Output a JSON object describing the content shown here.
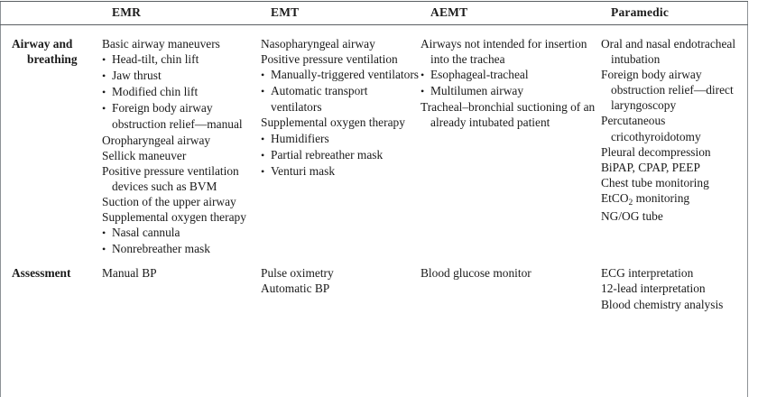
{
  "table": {
    "columns": [
      {
        "key": "label",
        "header": ""
      },
      {
        "key": "emr",
        "header": "EMR"
      },
      {
        "key": "emt",
        "header": "EMT"
      },
      {
        "key": "aemt",
        "header": "AEMT"
      },
      {
        "key": "paramedic",
        "header": "Paramedic"
      }
    ],
    "bullet_glyph": "•",
    "rows": [
      {
        "label_line1": "Airway and",
        "label_line2": "breathing",
        "emr": [
          {
            "kind": "plain",
            "text": "Basic airway maneuvers"
          },
          {
            "kind": "bullet",
            "text": "Head-tilt, chin lift"
          },
          {
            "kind": "bullet",
            "text": "Jaw thrust"
          },
          {
            "kind": "bullet",
            "text": "Modified chin lift"
          },
          {
            "kind": "bullet",
            "text": "Foreign body airway obstruction relief—manual"
          },
          {
            "kind": "plain",
            "text": "Oropharyngeal airway"
          },
          {
            "kind": "plain",
            "text": "Sellick maneuver"
          },
          {
            "kind": "plain",
            "text": "Positive pressure ventilation devices such as BVM"
          },
          {
            "kind": "plain",
            "text": "Suction of the upper airway"
          },
          {
            "kind": "plain",
            "text": "Supplemental oxygen therapy"
          },
          {
            "kind": "bullet",
            "text": "Nasal cannula"
          },
          {
            "kind": "bullet",
            "text": "Nonrebreather mask"
          }
        ],
        "emt": [
          {
            "kind": "plain",
            "text": "Nasopharyngeal airway"
          },
          {
            "kind": "plain",
            "text": "Positive pressure ventilation"
          },
          {
            "kind": "bullet",
            "text": "Manually-triggered ventilators"
          },
          {
            "kind": "bullet",
            "text": "Automatic transport ventilators"
          },
          {
            "kind": "plain",
            "text": "Supplemental oxygen therapy"
          },
          {
            "kind": "bullet",
            "text": "Humidifiers"
          },
          {
            "kind": "bullet",
            "text": "Partial rebreather mask"
          },
          {
            "kind": "bullet",
            "text": "Venturi mask"
          }
        ],
        "aemt": [
          {
            "kind": "plain",
            "text": "Airways not intended for insertion into the trachea"
          },
          {
            "kind": "bullet",
            "text": "Esophageal-tracheal"
          },
          {
            "kind": "bullet",
            "text": "Multilumen airway"
          },
          {
            "kind": "plain",
            "text": "Tracheal–bronchial suctioning of an already intubated patient"
          }
        ],
        "paramedic": [
          {
            "kind": "plain",
            "text": "Oral and nasal endotracheal intubation"
          },
          {
            "kind": "plain",
            "text": "Foreign body airway obstruction relief—direct laryngoscopy"
          },
          {
            "kind": "plain",
            "text": "Percutaneous cricothyroidotomy"
          },
          {
            "kind": "plain",
            "text": "Pleural decompression"
          },
          {
            "kind": "plain",
            "text": "BiPAP, CPAP, PEEP"
          },
          {
            "kind": "plain",
            "text": "Chest tube monitoring"
          },
          {
            "kind": "plain",
            "html": "EtCO<sub>2</sub> monitoring",
            "text": "EtCO2 monitoring"
          },
          {
            "kind": "plain",
            "text": "NG/OG tube"
          }
        ]
      },
      {
        "label_line1": "Assessment",
        "label_line2": "",
        "emr": [
          {
            "kind": "plain",
            "text": "Manual BP"
          }
        ],
        "emt": [
          {
            "kind": "plain",
            "text": "Pulse oximetry"
          },
          {
            "kind": "plain",
            "text": "Automatic BP"
          }
        ],
        "aemt": [
          {
            "kind": "plain",
            "text": "Blood glucose monitor"
          }
        ],
        "paramedic": [
          {
            "kind": "plain",
            "text": "ECG interpretation"
          },
          {
            "kind": "subline",
            "text": "12-lead interpretation"
          },
          {
            "kind": "plain",
            "text": "Blood chemistry analysis"
          }
        ]
      }
    ]
  }
}
